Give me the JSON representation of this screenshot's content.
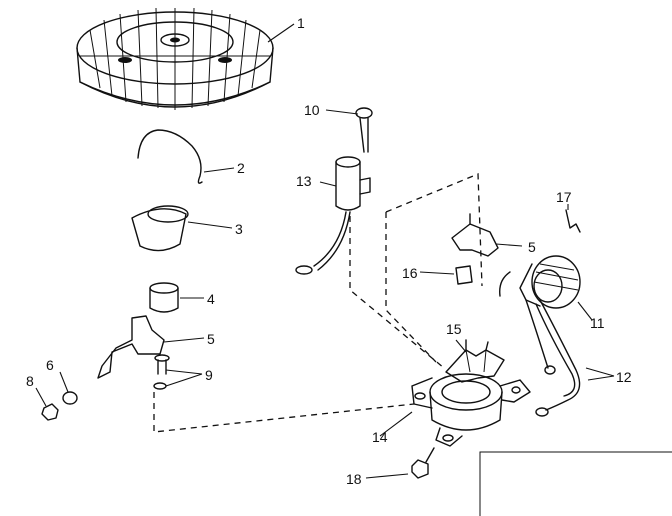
{
  "parts": [
    {
      "id": "flywheel",
      "number": "1"
    },
    {
      "id": "spring-clip",
      "number": "2"
    },
    {
      "id": "air-vane",
      "number": "3"
    },
    {
      "id": "bushing",
      "number": "4"
    },
    {
      "id": "bracket-left",
      "number": "5"
    },
    {
      "id": "bracket-right",
      "number": "5"
    },
    {
      "id": "washer",
      "number": "6"
    },
    {
      "id": "nut",
      "number": "8"
    },
    {
      "id": "screw-washer",
      "number": "9"
    },
    {
      "id": "condenser-screw",
      "number": "10"
    },
    {
      "id": "ignition-coil",
      "number": "11"
    },
    {
      "id": "coil-leads",
      "number": "12"
    },
    {
      "id": "condenser",
      "number": "13"
    },
    {
      "id": "breaker-base",
      "number": "14"
    },
    {
      "id": "breaker-plate",
      "number": "15"
    },
    {
      "id": "terminal-clip",
      "number": "16"
    },
    {
      "id": "wire-spring",
      "number": "17"
    },
    {
      "id": "mounting-screw",
      "number": "18"
    }
  ]
}
